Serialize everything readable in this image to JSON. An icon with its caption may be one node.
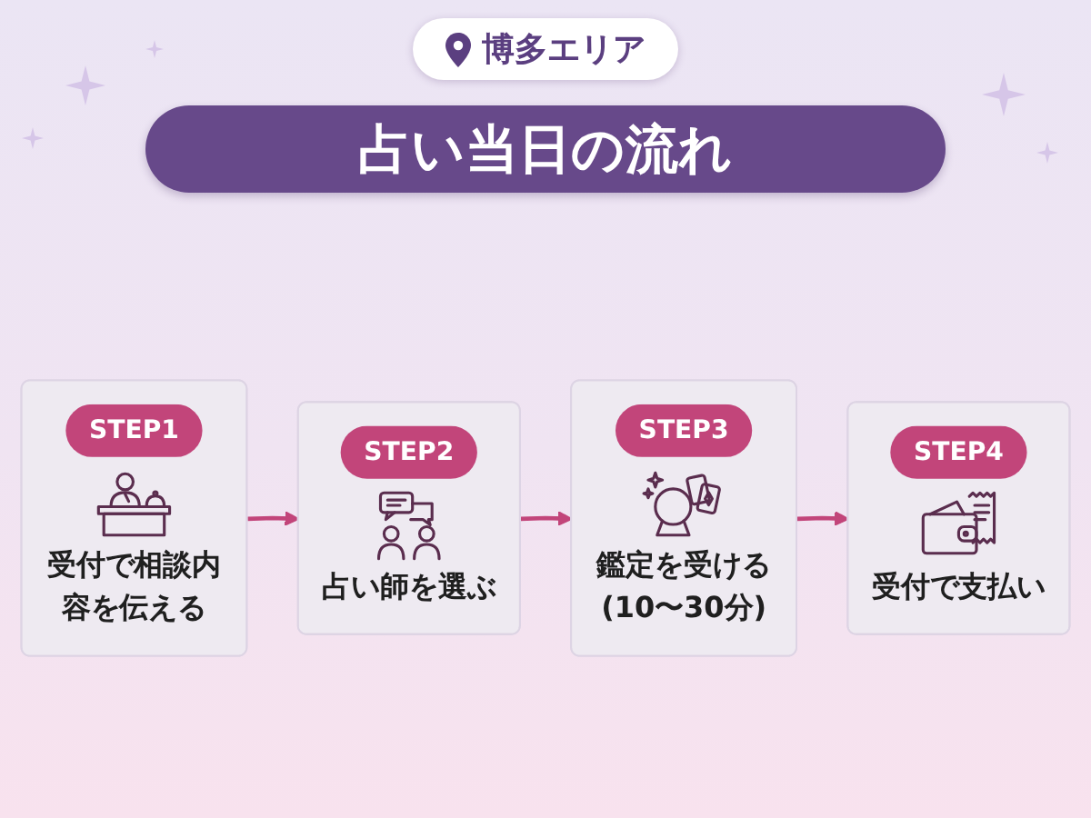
{
  "diagram": {
    "title": "占い当日の流れ",
    "nodes": [
      {
        "text": [
          "STEP1",
          "受付で相談内容を伝える"
        ]
      },
      {
        "text": [
          "STEP2",
          "占い師を選ぶ"
        ]
      },
      {
        "text": [
          "STEP3",
          "鑑定を受ける(10〜30分)"
        ]
      },
      {
        "text": [
          "STEP4",
          "受付で支払い"
        ]
      }
    ],
    "edges": [
      {
        "from": 0,
        "to": 1,
        "arrow": "to"
      },
      {
        "from": 1,
        "to": 2,
        "arrow": "to"
      },
      {
        "from": 2,
        "to": 3,
        "arrow": "to"
      }
    ],
    "labels": [
      "博多エリア"
    ]
  }
}
